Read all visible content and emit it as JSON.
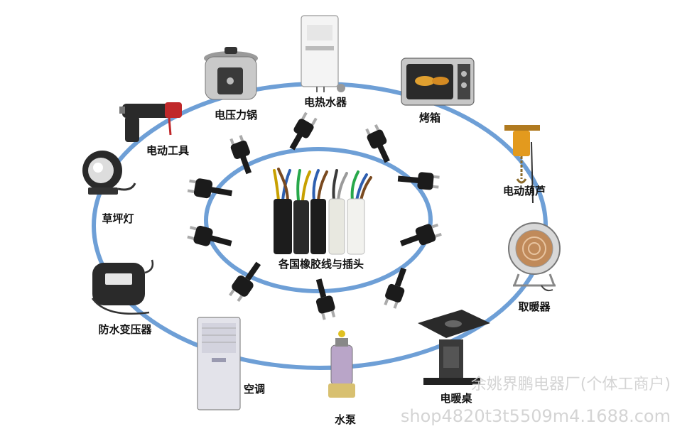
{
  "ring_color": "#6e9fd6",
  "center": {
    "label": "各国橡胶线与插头"
  },
  "devices": {
    "pressure_cooker": "电压力锅",
    "water_heater": "电热水器",
    "oven": "烤箱",
    "power_tool": "电动工具",
    "electric_hoist": "电动葫芦",
    "lawn_lamp": "草坪灯",
    "heater": "取暖器",
    "transformer": "防水变压器",
    "air_conditioner": "空调",
    "water_pump": "水泵",
    "heating_table": "电暖桌"
  },
  "watermark": {
    "company": "余姚界鹏电器厂(个体工商户)",
    "shop_url": "shop4820t3t5509m4.1688.com"
  }
}
